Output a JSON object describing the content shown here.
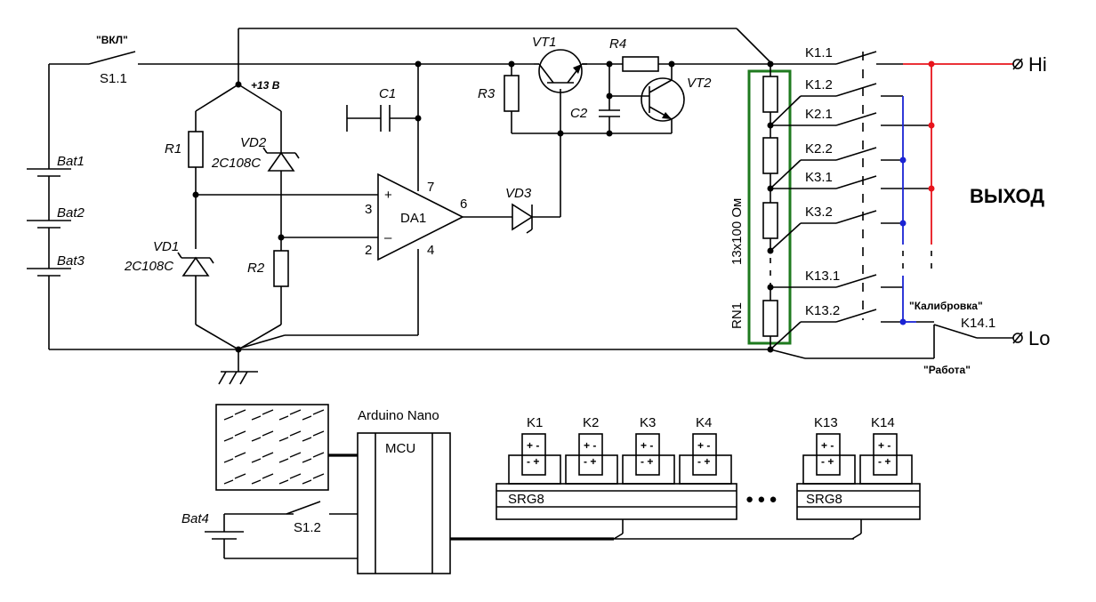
{
  "labels": {
    "s1_quote": "\"ВКЛ\"",
    "s1_1": "S1.1",
    "plus13": "+13 В",
    "bat1": "Bat1",
    "bat2": "Bat2",
    "bat3": "Bat3",
    "bat4": "Bat4",
    "r1": "R1",
    "r2": "R2",
    "r3": "R3",
    "r4": "R4",
    "vd1": "VD1",
    "vd1_type": "2С108С",
    "vd2": "VD2",
    "vd2_type": "2С108С",
    "vd3": "VD3",
    "c1": "C1",
    "c2": "C2",
    "vt1": "VT1",
    "vt2": "VT2",
    "da1": "DA1",
    "pin2": "2",
    "pin3": "3",
    "pin4": "4",
    "pin6": "6",
    "pin7": "7",
    "plus": "+",
    "minus": "–",
    "rn1": "RN1",
    "rn1_value": "13x100 Ом",
    "hi": "Hi",
    "lo": "Lo",
    "output": "ВЫХОД",
    "calibration": "\"Калибровка\"",
    "work": "\"Работа\"",
    "k14_1": "K14.1",
    "arduino": "Arduino Nano",
    "mcu": "MCU",
    "s1_2": "S1.2",
    "srg8": "SRG8",
    "ellipsis": "● ● ●"
  },
  "relay_contacts": [
    "K1.1",
    "K1.2",
    "K2.1",
    "K2.2",
    "K3.1",
    "K3.2",
    "K13.1",
    "K13.2"
  ],
  "relay_modules": [
    "K1",
    "K2",
    "K3",
    "K4",
    "K13",
    "K14"
  ],
  "relay_pins": "+ -\n- +",
  "colors": {
    "hi_bus": "#e8141c",
    "lo_bus": "#1a23d4",
    "rn1_frame": "#1e7a1e"
  }
}
